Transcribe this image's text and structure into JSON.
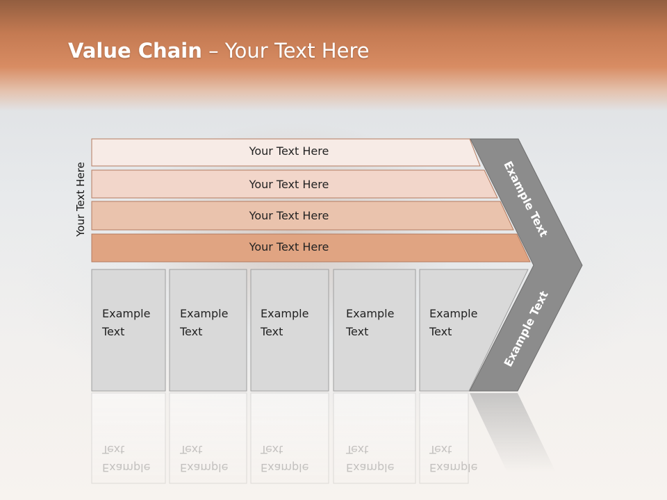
{
  "title": {
    "main": "Value Chain",
    "sub": " – Your Text Here"
  },
  "side_label": "Your Text Here",
  "bands": [
    "Your Text Here",
    "Your Text Here",
    "Your Text Here",
    "Your Text Here"
  ],
  "activities": [
    [
      "Example",
      "Text"
    ],
    [
      "Example",
      "Text"
    ],
    [
      "Example",
      "Text"
    ],
    [
      "Example",
      "Text"
    ],
    [
      "Example",
      "Text"
    ]
  ],
  "chevron": {
    "upper_label": "Example Text",
    "lower_label": "Example Text"
  },
  "colors": {
    "header": "#c47a52",
    "band_1": "#f7ebe6",
    "band_2": "#f2d6ca",
    "band_3": "#eac3ad",
    "band_4": "#e0a482",
    "box": "#d9d9d9",
    "chevron": "#8c8c8c"
  }
}
